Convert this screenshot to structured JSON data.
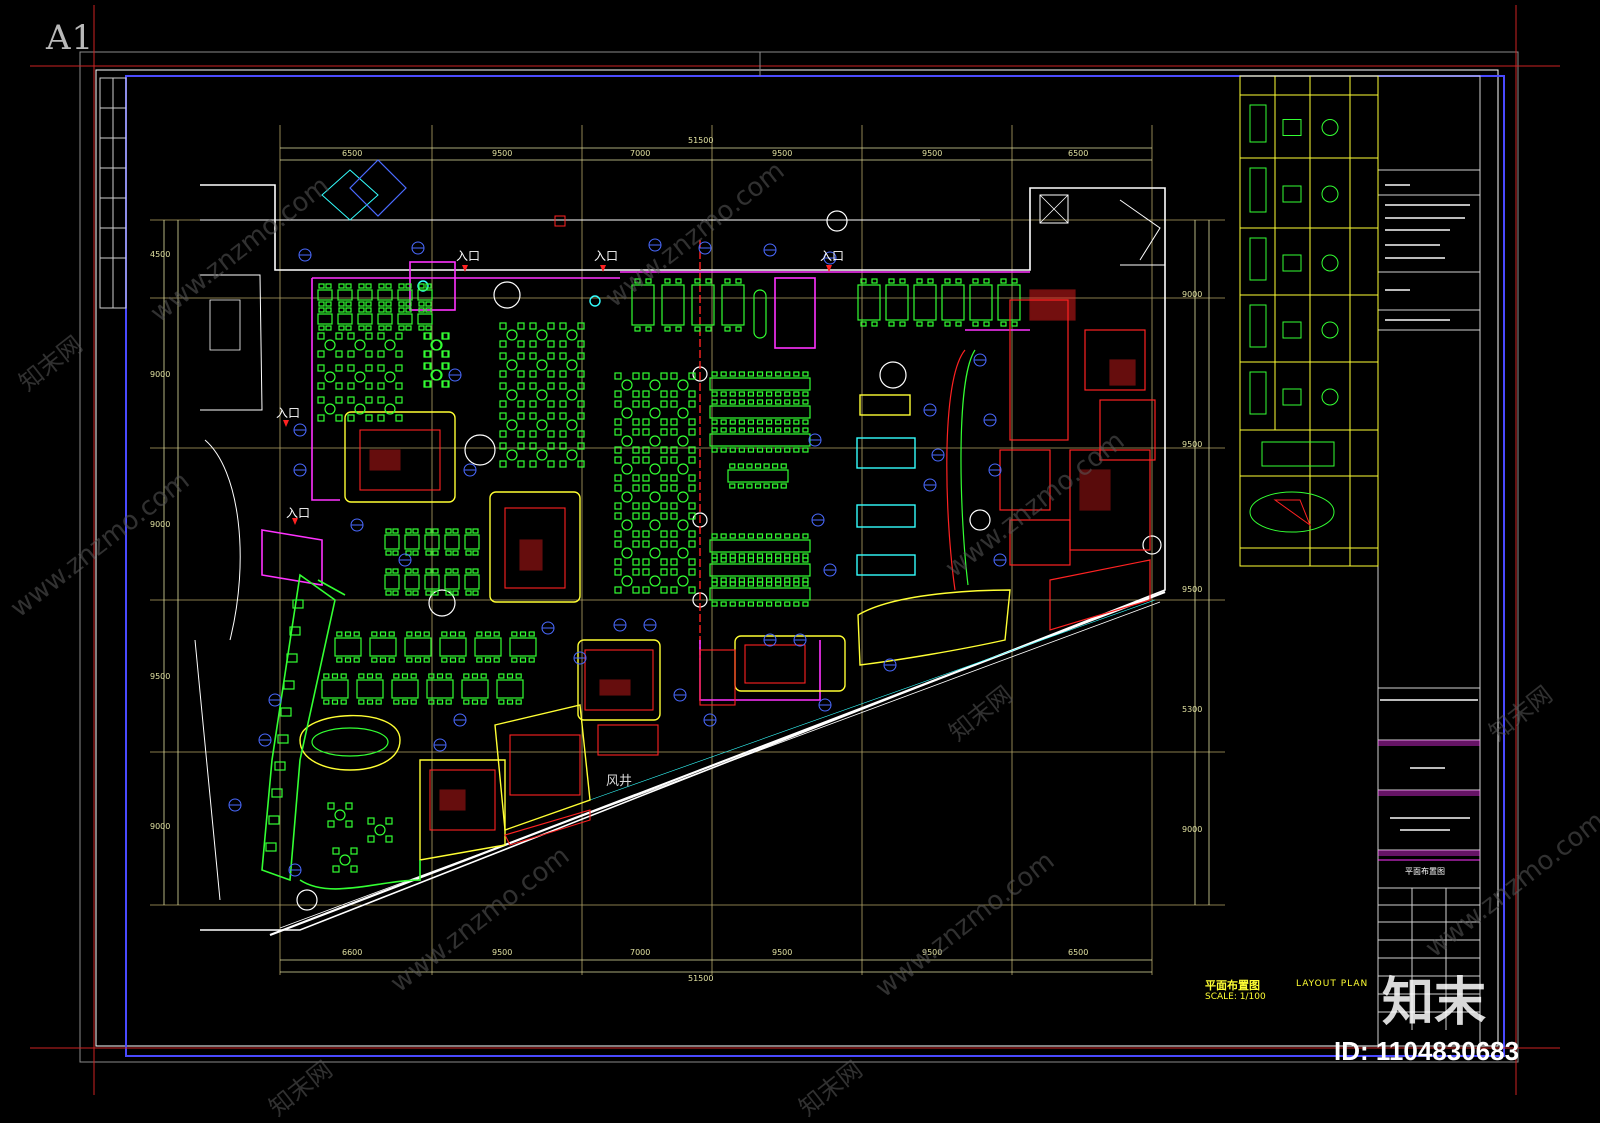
{
  "sheet": {
    "size_label": "A1"
  },
  "plan": {
    "entrances": [
      "入口",
      "入口",
      "入口",
      "入口",
      "入口"
    ],
    "shaft_label": "风井",
    "title_cn": "平面布置图",
    "title_en": "LAYOUT PLAN",
    "scale": "SCALE: 1/100"
  },
  "dimensions": {
    "overall": "51500",
    "top_segments": [
      "6500",
      "9500",
      "7000",
      "9500",
      "9500",
      "6500"
    ],
    "bottom_segments": [
      "6600",
      "9500",
      "7000",
      "9500",
      "9500",
      "6500"
    ],
    "left_segments": [
      "4500",
      "9000",
      "9000",
      "9500",
      "9000"
    ],
    "right_segments": [
      "9000",
      "9500",
      "9500",
      "5300",
      "9000"
    ]
  },
  "title_block": {
    "drawing_name": "平面布置图"
  },
  "watermark": {
    "site": "www.znzmo.com",
    "brand_cn": "知末网",
    "logo": "知末",
    "id_label": "ID: 1104830683"
  },
  "colors": {
    "background": "#000000",
    "frame": "#4a4aff",
    "grid": "#d4c27a",
    "furniture": "#33ff33",
    "kitchen": "#ff2222",
    "wall": "#ffffff",
    "accent_magenta": "#ff33ff",
    "accent_cyan": "#33ffff",
    "accent_yellow": "#ffff33"
  }
}
